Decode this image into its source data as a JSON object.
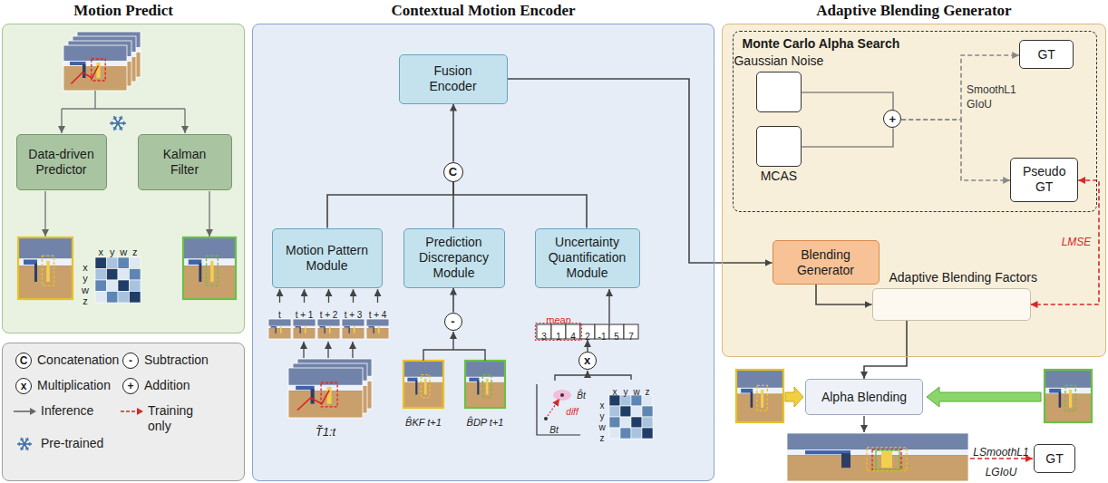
{
  "diagram": {
    "nodes": [
      {
        "text": [
          "Motion Predict"
        ]
      },
      {
        "text": [
          "Data-driven Predictor"
        ],
        "in": 0
      },
      {
        "text": [
          "Kalman Filter"
        ],
        "in": 0
      },
      {
        "text": [
          "Contextual Motion Encoder"
        ]
      },
      {
        "text": [
          "Fusion Encoder"
        ],
        "in": 3
      },
      {
        "text": [
          "C"
        ],
        "in": 3
      },
      {
        "text": [
          "Motion Pattern Module"
        ],
        "in": 3
      },
      {
        "text": [
          "Prediction Discrepancy Module"
        ],
        "in": 3
      },
      {
        "text": [
          "Uncertainty Quantification Module"
        ],
        "in": 3
      },
      {
        "text": [
          "-"
        ],
        "in": 3
      },
      {
        "text": [
          "x"
        ],
        "in": 3
      },
      {
        "text": [
          "Adaptive Blending Generator"
        ]
      },
      {
        "text": [
          "Monte Carlo Alpha Search"
        ],
        "in": 11
      },
      {
        "text": [
          "Gaussian Noise"
        ],
        "in": 12
      },
      {
        "text": [
          "MCAS"
        ],
        "in": 12
      },
      {
        "text": [
          "+"
        ],
        "in": 12
      },
      {
        "text": [
          "GT"
        ],
        "in": 12
      },
      {
        "text": [
          "Pseudo GT"
        ],
        "in": 12
      },
      {
        "text": [
          "Blending Generator"
        ],
        "in": 11
      },
      {
        "text": [
          "Adaptive Blending Factors"
        ],
        "in": 11
      },
      {
        "text": [
          "Alpha Blending"
        ]
      },
      {
        "text": [
          "GT"
        ]
      }
    ],
    "edges": [
      {
        "from": 4,
        "to": 18,
        "arrow": "to"
      },
      {
        "from": 6,
        "to": 5,
        "arrow": "none"
      },
      {
        "from": 7,
        "to": 5,
        "arrow": "none"
      },
      {
        "from": 8,
        "to": 5,
        "arrow": "none"
      },
      {
        "from": 5,
        "to": 4,
        "arrow": "to"
      },
      {
        "from": 9,
        "to": 7,
        "arrow": "to"
      },
      {
        "from": 13,
        "to": 15,
        "arrow": "none"
      },
      {
        "from": 14,
        "to": 15,
        "arrow": "none"
      },
      {
        "from": 15,
        "to": 16,
        "arrow": "to"
      },
      {
        "from": 15,
        "to": 17,
        "arrow": "to"
      },
      {
        "from": 17,
        "to": 19,
        "label": "LMSE",
        "arrow": "both"
      },
      {
        "from": 18,
        "to": 19,
        "arrow": "to"
      },
      {
        "from": 19,
        "to": 20,
        "arrow": "to"
      }
    ],
    "labels": [
      "x",
      "y",
      "w",
      "z",
      "x",
      "y",
      "w",
      "z",
      "C",
      "-",
      "x",
      "+",
      "t",
      "t + 1",
      "t + 2",
      "t + 3",
      "t + 4",
      "T̃1:t",
      "B̂KF t+1",
      "B̂DP t+1",
      "mean",
      "3",
      "1",
      "4",
      "2",
      "-1",
      "5",
      "7",
      "B̂t",
      "Bt",
      "diff",
      "x",
      "y",
      "w",
      "z",
      "x",
      "y",
      "w",
      "z",
      "SmoothL1",
      "GIoU",
      "LSmoothL1",
      "LGIoU"
    ],
    "legend": [
      {
        "text": "Concatenation"
      },
      {
        "text": "Subtraction"
      },
      {
        "text": "Multiplication"
      },
      {
        "text": "Addition"
      },
      {
        "text": "Inference"
      },
      {
        "text": "Training only"
      },
      {
        "text": "Pre-trained"
      }
    ]
  }
}
